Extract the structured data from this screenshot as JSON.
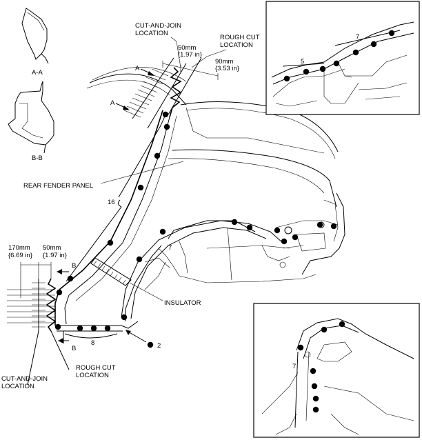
{
  "labels": {
    "section_aa": "A-A",
    "section_bb": "B-B",
    "cut_join_top_1": "CUT-AND-JOIN",
    "cut_join_top_2": "LOCATION",
    "rough_cut_top_1": "ROUGH CUT",
    "rough_cut_top_2": "LOCATION",
    "dim_50_top_mm": "50mm",
    "dim_50_top_in": "{1.97 in}",
    "dim_90_mm": "90mm",
    "dim_90_in": "{3.53 in}",
    "arrow_a_upper": "A",
    "arrow_a_lower": "A",
    "rear_fender": "REAR FENDER  PANEL",
    "count_16": "16",
    "count_7_main": "7",
    "count_8": "8",
    "count_2": "2",
    "dim_170_mm": "170mm",
    "dim_170_in": "{6.69 in}",
    "dim_50_bot_mm": "50mm",
    "dim_50_bot_in": "{1.97 in}",
    "arrow_b_upper": "B",
    "arrow_b_lower": "B",
    "insulator": "INSULATOR",
    "cut_join_bot_1": "CUT-AND-JOIN",
    "cut_join_bot_2": "LOCATION",
    "rough_cut_bot_1": "ROUGH CUT",
    "rough_cut_bot_2": "LOCATION",
    "inset_top_count_5": "5",
    "inset_top_count_7": "7",
    "inset_bot_count_7": "7"
  }
}
